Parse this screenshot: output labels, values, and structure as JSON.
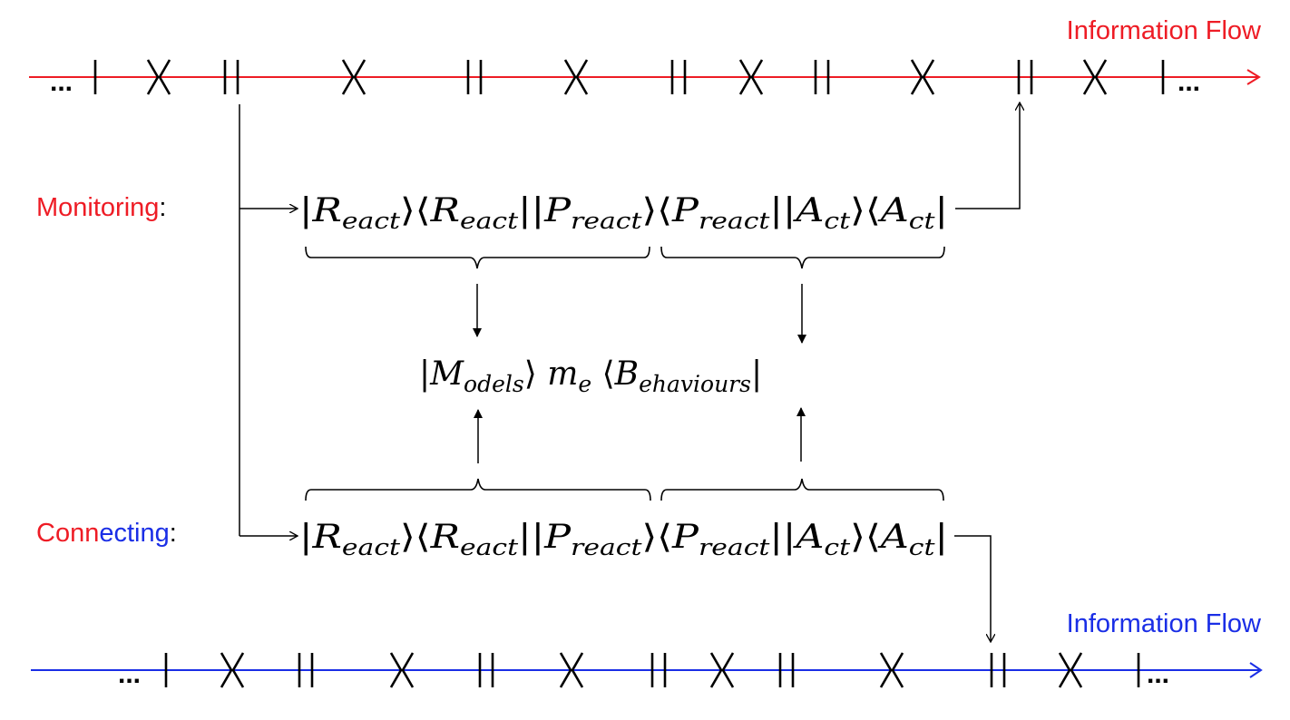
{
  "colors": {
    "red": "#ee1c25",
    "blue": "#1a2ee6",
    "black": "#000000"
  },
  "top_flow": {
    "label": "Information Flow",
    "line_color": "#ee1c25",
    "ellipsis_left": "...",
    "ellipsis_right": "...",
    "markers": [
      "single",
      "cross",
      "double",
      "cross",
      "double",
      "cross",
      "double",
      "cross",
      "double",
      "cross",
      "double",
      "cross",
      "single"
    ]
  },
  "bottom_flow": {
    "label": "Information Flow",
    "line_color": "#1a2ee6",
    "ellipsis_left": "...",
    "ellipsis_right": "...",
    "markers": [
      "single",
      "cross",
      "double",
      "cross",
      "double",
      "cross",
      "double",
      "cross",
      "double",
      "cross",
      "double",
      "cross",
      "single"
    ]
  },
  "monitoring": {
    "label": "Monitoring",
    "colon": ":",
    "expression": {
      "t1_base": "R",
      "t1_sub": "eact",
      "t2_base": "R",
      "t2_sub": "eact",
      "t3_base": "P",
      "t3_sub": "react",
      "t4_base": "P",
      "t4_sub": "react",
      "t5_base": "A",
      "t5_sub": "ct",
      "t6_base": "A",
      "t6_sub": "ct"
    }
  },
  "connecting": {
    "label_red": "Conn",
    "label_blue": "ecting",
    "colon": ":",
    "expression": {
      "t1_base": "R",
      "t1_sub": "eact",
      "t2_base": "R",
      "t2_sub": "eact",
      "t3_base": "P",
      "t3_sub": "react",
      "t4_base": "P",
      "t4_sub": "react",
      "t5_base": "A",
      "t5_sub": "ct",
      "t6_base": "A",
      "t6_sub": "ct"
    }
  },
  "center": {
    "ket_base": "M",
    "ket_sub": "odels",
    "op_base": "m",
    "op_sub": "e",
    "bra_base": "B",
    "bra_sub": "ehaviours"
  }
}
